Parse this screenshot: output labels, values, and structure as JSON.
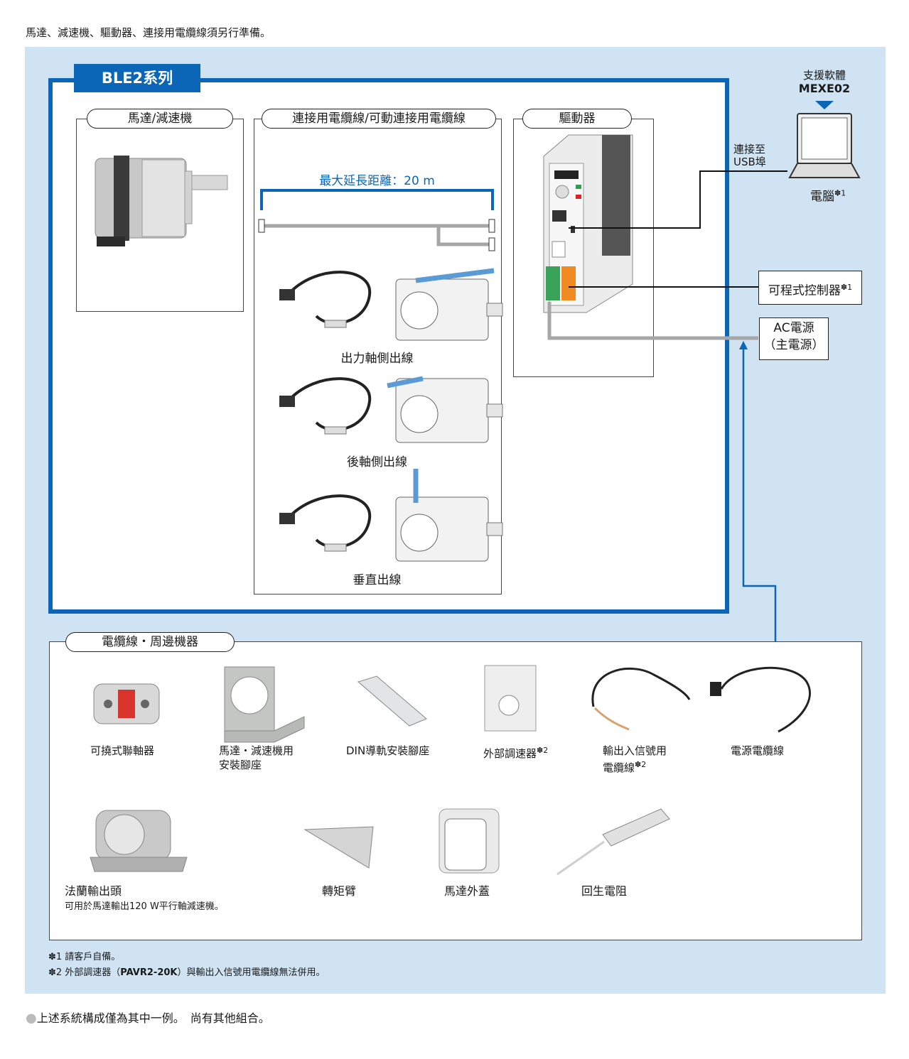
{
  "top_note": "馬達、減速機、驅動器、連接用電纜線須另行準備。",
  "series": {
    "title": "BLE2系列"
  },
  "sections": {
    "motor": "馬達/減速機",
    "cable": "連接用電纜線/可動連接用電纜線",
    "driver": "驅動器"
  },
  "cable_length": "最大延長距離：20 m",
  "cable_types": [
    "出力軸側出線",
    "後軸側出線",
    "垂直出線"
  ],
  "software": {
    "title": "支援軟體",
    "name": "MEXE02"
  },
  "usb_label_1": "連接至",
  "usb_label_2": "USB埠",
  "pc_label": "電腦",
  "plc_label": "可程式控制器",
  "ac_label_1": "AC電源",
  "ac_label_2": "（主電源）",
  "footnote_marker_1": "✽1",
  "footnote_marker_2": "✽2",
  "accessories": {
    "title": "電纜線・周邊機器",
    "items": [
      {
        "line1": "可撓式聯軸器",
        "line2": ""
      },
      {
        "line1": "馬達・減速機用",
        "line2": "安裝腳座"
      },
      {
        "line1": "DIN導軌安裝腳座",
        "line2": ""
      },
      {
        "line1": "外部調速器",
        "line2": ""
      },
      {
        "line1": "輸出入信號用",
        "line2": "電纜線"
      },
      {
        "line1": "電源電纜線",
        "line2": ""
      },
      {
        "line1": "法蘭輸出頭",
        "line2": "可用於馬達輸出120 W平行軸減速機。"
      },
      {
        "line1": "轉矩臂",
        "line2": ""
      },
      {
        "line1": "馬達外蓋",
        "line2": ""
      },
      {
        "line1": "回生電阻",
        "line2": ""
      }
    ]
  },
  "footnotes": {
    "n1": "✽1  請客戶自備。",
    "n2_pre": "✽2  外部調速器（",
    "n2_bold": "PAVR2-20K",
    "n2_post": "）與輸出入信號用電纜線無法併用。"
  },
  "footer": "上述系統構成僅為其中一例。　尚有其他組合。",
  "colors": {
    "accent": "#0b66b8",
    "panel": "#cfe3f2",
    "line": "#a6a6a6"
  }
}
